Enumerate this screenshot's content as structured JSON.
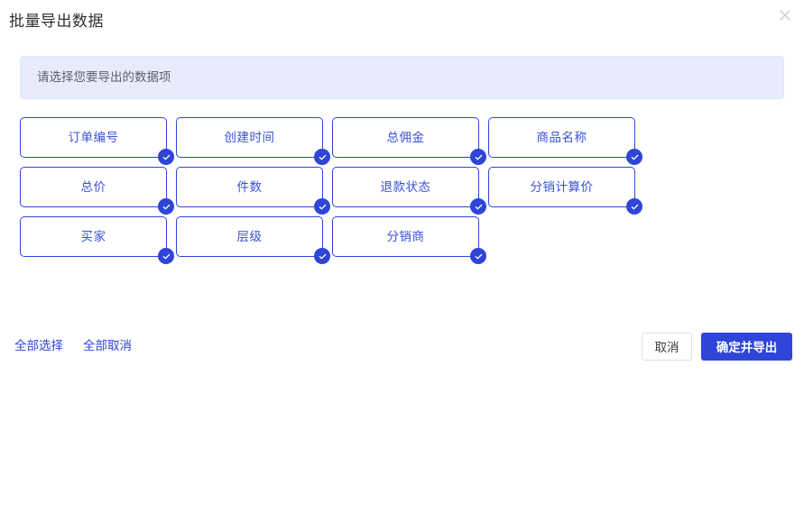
{
  "dialog": {
    "title": "批量导出数据",
    "close_icon": "close-icon"
  },
  "banner": {
    "text": "请选择您要导出的数据项"
  },
  "options": [
    {
      "label": "订单编号",
      "selected": true,
      "badge_icon": "check-icon"
    },
    {
      "label": "创建时间",
      "selected": true,
      "badge_icon": "check-icon"
    },
    {
      "label": "总佣金",
      "selected": true,
      "badge_icon": "check-icon"
    },
    {
      "label": "商品名称",
      "selected": true,
      "badge_icon": "check-icon"
    },
    {
      "label": "总价",
      "selected": true,
      "badge_icon": "check-icon"
    },
    {
      "label": "件数",
      "selected": true,
      "badge_icon": "check-icon"
    },
    {
      "label": "退款状态",
      "selected": true,
      "badge_icon": "check-icon"
    },
    {
      "label": "分销计算价",
      "selected": true,
      "badge_icon": "check-icon"
    },
    {
      "label": "买家",
      "selected": true,
      "badge_icon": "check-icon"
    },
    {
      "label": "层级",
      "selected": true,
      "badge_icon": "check-icon"
    },
    {
      "label": "分销商",
      "selected": true,
      "badge_icon": "check-icon"
    }
  ],
  "footer": {
    "select_all_label": "全部选择",
    "deselect_all_label": "全部取消",
    "cancel_label": "取消",
    "confirm_label": "确定并导出"
  },
  "colors": {
    "accent": "#2f45d8",
    "card_text": "#3a52d8",
    "banner_bg": "#e8ebf9",
    "title_text": "#303133",
    "cancel_border": "#dcdfe6"
  }
}
